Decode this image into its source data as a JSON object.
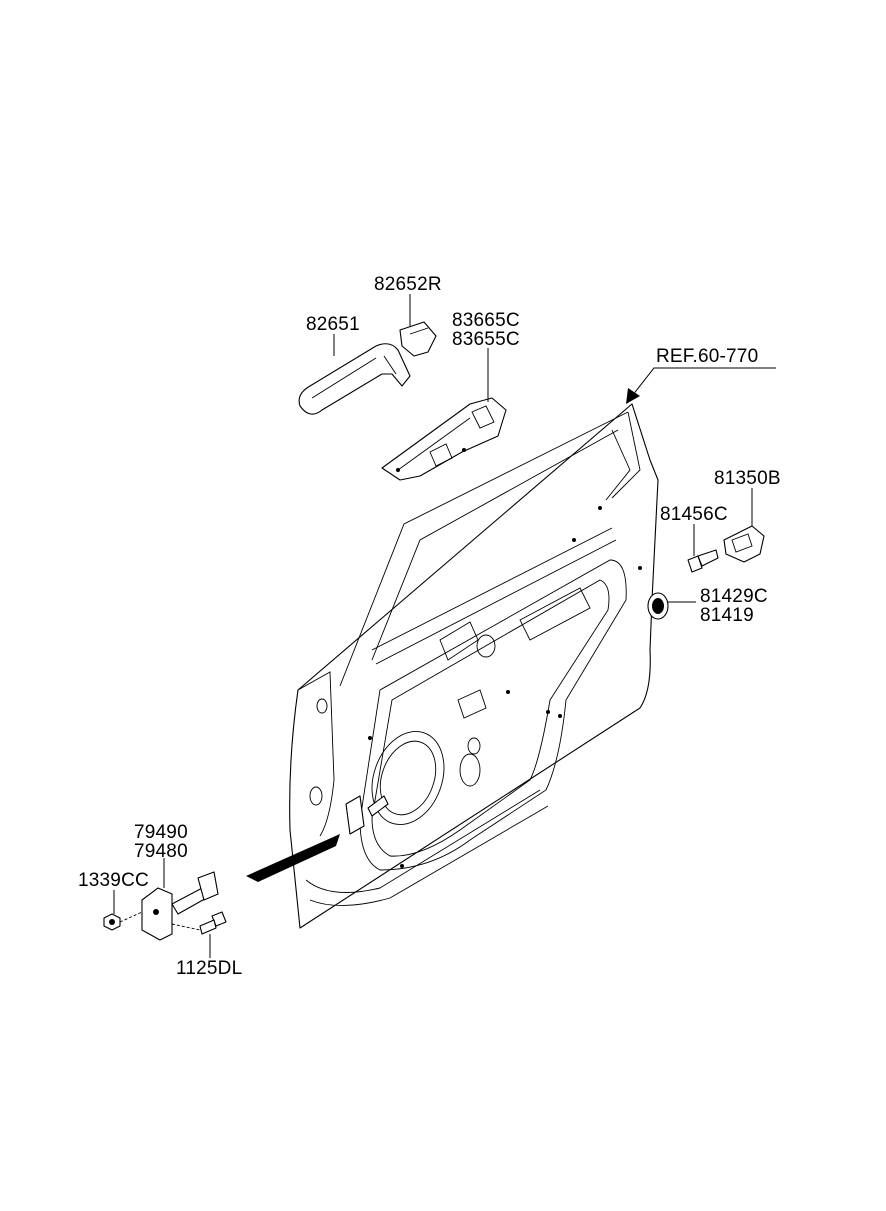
{
  "diagram": {
    "labels": {
      "ref": "REF.60-770",
      "outside_handle": "82651",
      "handle_cover": "82652R",
      "handle_bracket_a": "83665C",
      "handle_bracket_b": "83655C",
      "striker": "81350B",
      "striker_screw": "81456C",
      "hole_plug_a": "81429C",
      "hole_plug_b": "81419",
      "checker_a": "79490",
      "checker_b": "79480",
      "nut": "1339CC",
      "bolt": "1125DL"
    }
  }
}
